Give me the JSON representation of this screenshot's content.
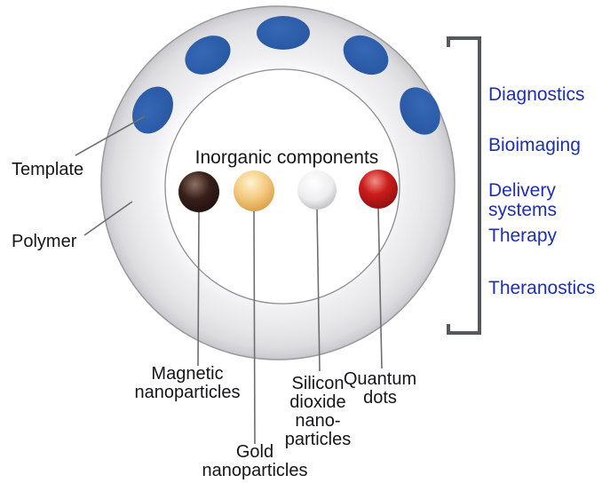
{
  "left_labels": {
    "template": "Template",
    "polymer": "Polymer"
  },
  "center": {
    "title": "Inorganic components",
    "spheres": [
      {
        "name": "magnetic-nanoparticles",
        "lines": [
          "Magnetic",
          "nanoparticles"
        ],
        "highlight": "#8d7065",
        "core": "#39201b",
        "edge": "#190c0a"
      },
      {
        "name": "gold-nanoparticles",
        "lines": [
          "Gold",
          "nanoparticles"
        ],
        "highlight": "#fdf3cf",
        "core": "#f3c97d",
        "edge": "#d0953e"
      },
      {
        "name": "silicon-dioxide-nanoparticles",
        "lines": [
          "Silicon",
          "dioxide",
          "nano-",
          "particles"
        ],
        "highlight": "#ffffff",
        "core": "#ededef",
        "edge": "#a8a7ac"
      },
      {
        "name": "quantum-dots",
        "lines": [
          "Quantum",
          "dots"
        ],
        "highlight": "#f09186",
        "core": "#cb1d1a",
        "edge": "#850c0e"
      }
    ]
  },
  "applications": {
    "text_color": "#1e2fb2",
    "items": [
      {
        "lines": [
          "Diagnostics"
        ]
      },
      {
        "lines": [
          "Bioimaging"
        ]
      },
      {
        "lines": [
          "Delivery",
          "systems"
        ]
      },
      {
        "lines": [
          "Therapy"
        ]
      },
      {
        "lines": [
          "Theranostics"
        ]
      }
    ]
  },
  "template_dots": {
    "count": 5,
    "color_light": "#3468b6",
    "color_dark": "#27549e"
  },
  "colors": {
    "ring_body": "#e7e7e9",
    "ring_rim": "#c3c3c7",
    "ring_edge_line": "#9a9a9e",
    "hole_edge_line": "#8d8d92",
    "bracket": "#55595d",
    "leader_line": "#6f6f6f",
    "label_text": "#15151a"
  }
}
